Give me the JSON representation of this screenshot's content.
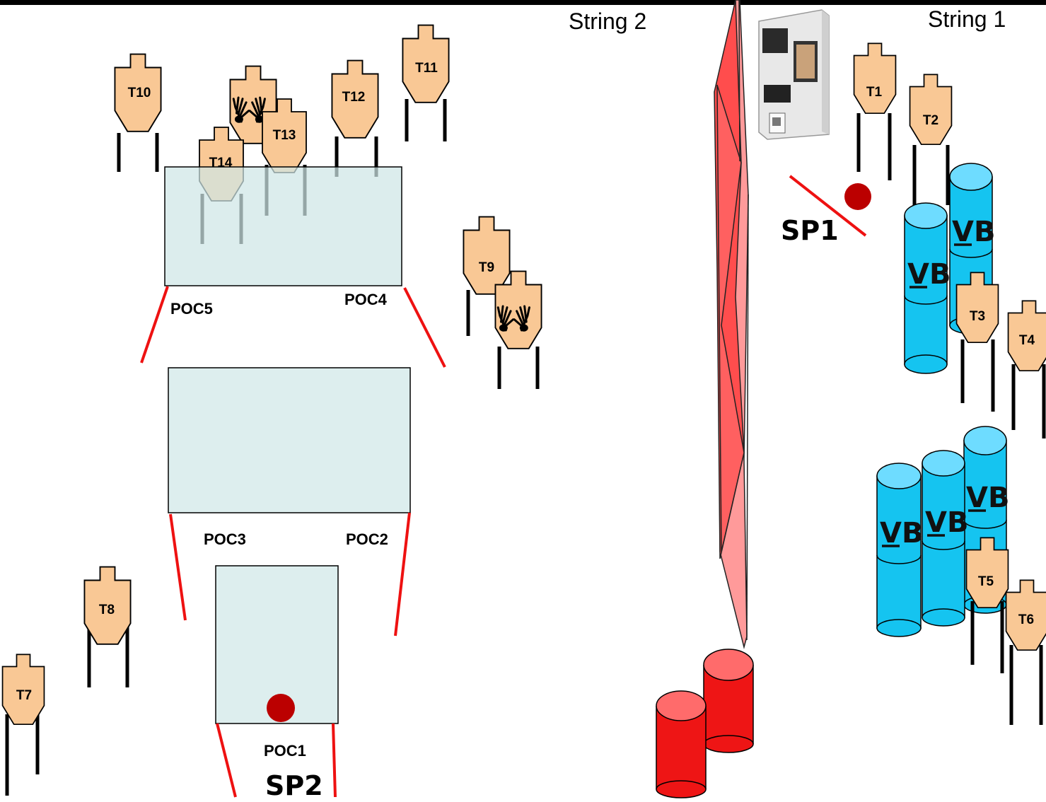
{
  "strings": {
    "string1": "String 1",
    "string2": "String 2"
  },
  "start_positions": {
    "sp1": "SP1",
    "sp2": "SP2"
  },
  "points_of_cover": {
    "poc1": "POC1",
    "poc2": "POC2",
    "poc3": "POC3",
    "poc4": "POC4",
    "poc5": "POC5"
  },
  "targets": {
    "t1": "T1",
    "t2": "T2",
    "t3": "T3",
    "t4": "T4",
    "t5": "T5",
    "t6": "T6",
    "t7": "T7",
    "t8": "T8",
    "t9": "T9",
    "t10": "T10",
    "t11": "T11",
    "t12": "T12",
    "t13": "T13",
    "t14": "T14"
  },
  "barrel_label": "VB",
  "icons": {
    "target": "silhouette-target-icon",
    "no_shoot": "hands-no-shoot-icon",
    "barrel": "barrel-icon",
    "start_position": "start-position-dot-icon",
    "kiosk": "kiosk-machine-icon",
    "wall": "vision-barrier-wall"
  },
  "colors": {
    "target_fill": "#f9c895",
    "barrel_blue": "#15c4f0",
    "barrel_red": "#ee1515",
    "fault_line": "#ee1111",
    "start_dot": "#bb0000",
    "cover_box": "#ddeeee",
    "top_bar": "#000000"
  }
}
